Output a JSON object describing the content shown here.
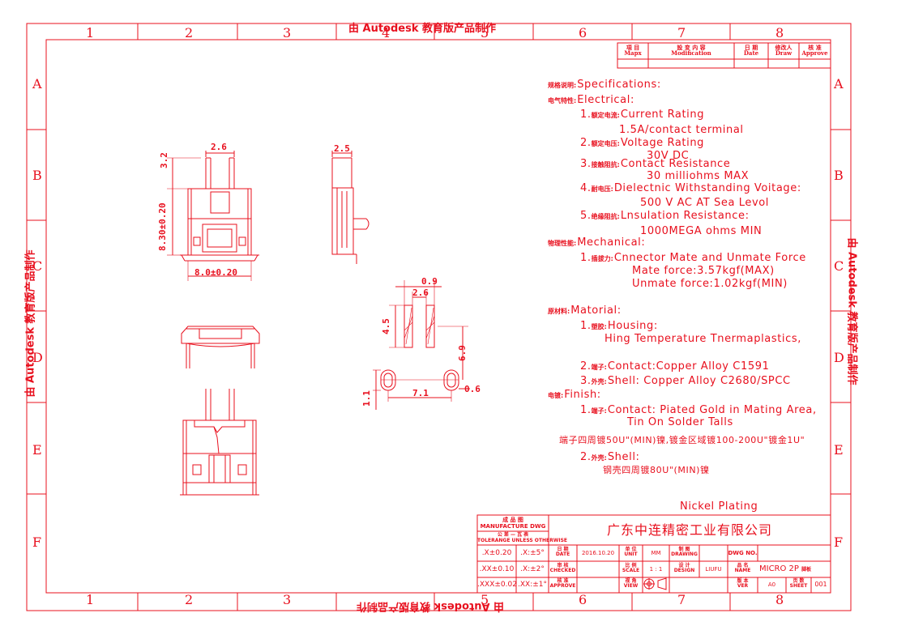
{
  "watermark": "由 Autodesk 教育版产品制作",
  "grid": {
    "columns": [
      "1",
      "2",
      "3",
      "4",
      "5",
      "6",
      "7",
      "8"
    ],
    "rows": [
      "A",
      "B",
      "C",
      "D",
      "E",
      "F"
    ]
  },
  "revision_table": {
    "headers": [
      {
        "cn": "項 目",
        "en": "Mapx"
      },
      {
        "cn": "設 变 内 容",
        "en": "Modification"
      },
      {
        "cn": "日 期",
        "en": "Date"
      },
      {
        "cn": "修改人",
        "en": "Draw"
      },
      {
        "cn": "核 准",
        "en": "Approve"
      }
    ]
  },
  "specifications": {
    "title_cn": "规格说明:",
    "title": "Specifications:",
    "electrical": {
      "label_cn": "电气特性:",
      "label": "Electrical:",
      "items": [
        {
          "num": "1.",
          "cn": "额定电流:",
          "text": "Current  Rating",
          "value": "1.5A/contact  terminal"
        },
        {
          "num": "2.",
          "cn": "额定电压:",
          "text": "Voltage  Rating",
          "value": "30V  DC"
        },
        {
          "num": "3.",
          "cn": "接触阻抗:",
          "text": "Contact  Resistance",
          "value": "30  milliohms  MAX"
        },
        {
          "num": "4.",
          "cn": "耐电压:",
          "text": "Dielectnic  Withstanding  Voitage:",
          "value": "500  V  AC  AT  Sea  Levol"
        },
        {
          "num": "5.",
          "cn": "绝缘阻抗:",
          "text": "Lnsulation  Resistance:",
          "value": "1000MEGA  ohms  MIN"
        }
      ]
    },
    "mechanical": {
      "label_cn": "物理性能:",
      "label": "Mechanical:",
      "item": {
        "num": "1.",
        "cn": "插拔力:",
        "text": "Cnnector  Mate  and  Unmate  Force",
        "mate": "Mate  force:3.57kgf(MAX)",
        "unmate": "Unmate  force:1.02kgf(MIN)"
      }
    },
    "material": {
      "label_cn": "原材料:",
      "label": "Matorial:",
      "housing": {
        "num": "1.",
        "cn": "塑胶:",
        "text": "Housing:",
        "value": "Hing  Temperature    Tnermaplastics,"
      },
      "contact": {
        "num": "2.",
        "cn": "端子:",
        "text": "Contact:Copper  Alloy  C1591"
      },
      "shell": {
        "num": "3.",
        "cn": "外壳:",
        "text": "Shell:  Copper  Alloy  C2680/SPCC"
      }
    },
    "finish": {
      "label_cn": "电镀:",
      "label": "Finish:",
      "contact": {
        "num": "1.",
        "cn": "端子:",
        "text": "Contact:  Piated  Gold  in  Mating  Area,",
        "value": "Tin  On  Solder  Talls"
      },
      "contact_note": "端子四周镀50U\"(MIN)镍,镀金区域镀100-200U\"镀金1U\"",
      "shell": {
        "num": "2.",
        "cn": "外壳:",
        "text": "Shell:"
      },
      "shell_note": "钢壳四周镀80U\"(MIN)镍",
      "plating": "Nickel  Plating"
    }
  },
  "dimensions": {
    "top_width": "2.6",
    "side_width": "2.5",
    "height_top": "3.2",
    "height_body": "8.30±0.20",
    "body_width": "8.0±0.20",
    "pad_pitch_outer": "0.9",
    "pad_pitch_inner": "2.6",
    "pad_length": "4.5",
    "pad_offset": "6.9",
    "hole_pitch": "7.1",
    "hole_width": "0.6",
    "hole_height": "1.1"
  },
  "title_block": {
    "company": "广东中连精密工业有限公司",
    "manufacture_cn": "成 品 图",
    "manufacture": "MANUFACTURE DWG",
    "tolerance_cn": "公 差 — 瓦 表",
    "tolerance": "TOLERANGE UNLESS OTHERWISE",
    "tolerances": [
      {
        "linear": ".X±0.20",
        "angular": ".X:±5°"
      },
      {
        "linear": ".XX±0.10",
        "angular": ".X:±2°"
      },
      {
        "linear": ".XXX±0.02",
        "angular": ".XX:±1°"
      }
    ],
    "date_cn": "日 期",
    "date_label": "DATE",
    "date_value": "2016.10.20",
    "unit_cn": "单 位",
    "unit_label": "UNIT",
    "unit_value": "MM",
    "drawing_cn": "制 图",
    "drawing_label": "DRAWING",
    "dwg_no_label": "DWG NO.",
    "checked_cn": "审 核",
    "checked_label": "CHECKED",
    "scale_cn": "比 例",
    "scale_label": "SCALE",
    "scale_value": "1 : 1",
    "design_cn": "设 计",
    "design_label": "DESIGN",
    "design_value": "LIUFU",
    "name_cn": "品 名",
    "name_label": "NAME",
    "name_value": "MICRO  2P",
    "name_suffix": "脚板",
    "approve_cn": "核 准",
    "approve_label": "APPROVE",
    "view_cn": "视 角",
    "view_label": "VIEW",
    "ver_cn": "版 本",
    "ver_label": "VER",
    "ver_value": "A0",
    "sheet_cn": "页 数",
    "sheet_label": "SHEET",
    "sheet_value": "001"
  },
  "colors": {
    "line": "#e8101e",
    "background": "#ffffff"
  }
}
